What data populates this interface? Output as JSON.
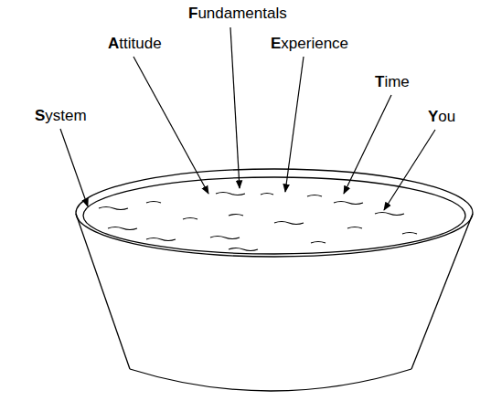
{
  "diagram": {
    "labels": [
      "System",
      "Attitude",
      "Fundamentals",
      "Experience",
      "Time",
      "You"
    ]
  }
}
